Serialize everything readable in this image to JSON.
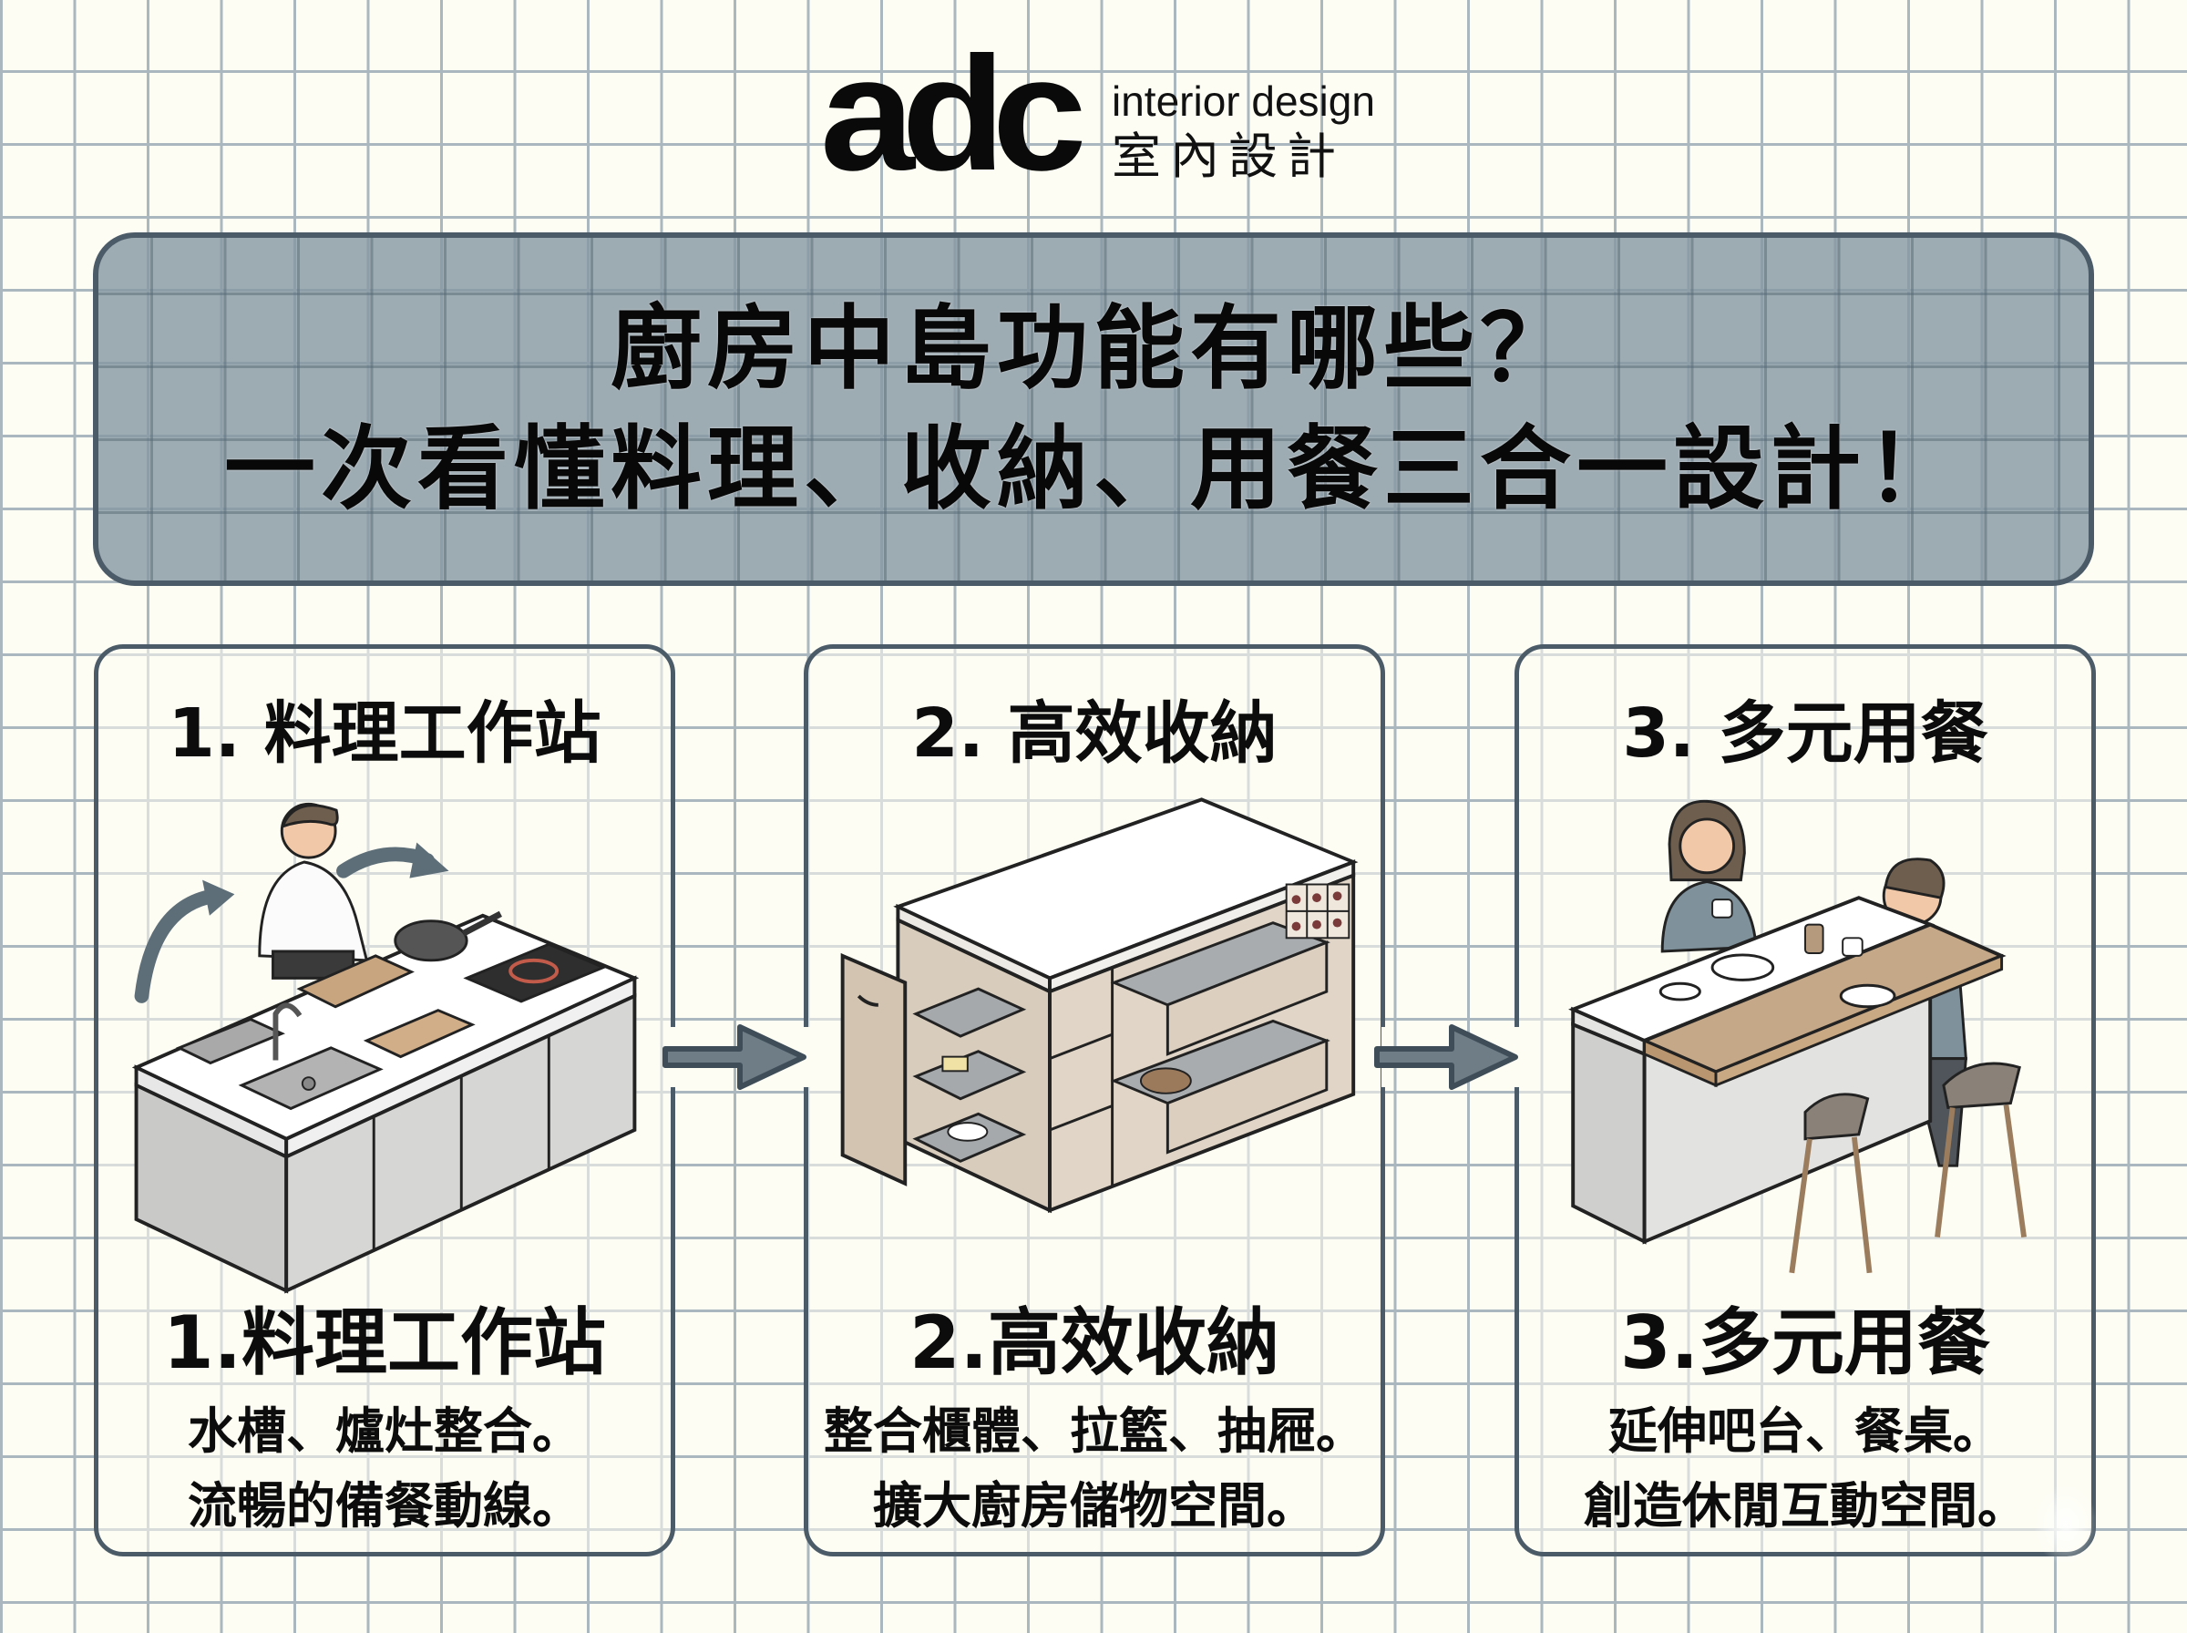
{
  "logo": {
    "mark": "adc",
    "tagline_en": "interior design",
    "tagline_zh": "室內設計"
  },
  "title": {
    "line1": "廚房中島功能有哪些？",
    "line2": "一次看懂料理、收納、用餐三合一設計！"
  },
  "cards": [
    {
      "heading": "1. 料理工作站",
      "subheading": "1.料理工作站",
      "body": [
        "水槽、爐灶整合。",
        "流暢的備餐動線。"
      ],
      "illustration": "chef-cooking-at-kitchen-island"
    },
    {
      "heading": "2. 高效收納",
      "subheading": "2.高效收納",
      "body": [
        "整合櫃體、拉籃、抽屜。",
        "擴大廚房儲物空間。"
      ],
      "illustration": "island-with-open-drawers-and-pull-out-baskets"
    },
    {
      "heading": "3. 多元用餐",
      "subheading": "3.多元用餐",
      "body": [
        "延伸吧台、餐桌。",
        "創造休閒互動空間。"
      ],
      "illustration": "couple-dining-at-island-bar-counter"
    }
  ],
  "arrows": [
    {
      "from": "card-1",
      "to": "card-2",
      "icon": "right-arrow-icon"
    },
    {
      "from": "card-2",
      "to": "card-3",
      "icon": "right-arrow-icon"
    }
  ],
  "colors": {
    "background": "#fdfdf4",
    "grid": "#aab7bf",
    "panel_fill": "#94a5af",
    "border": "#4b5b67",
    "arrow_fill": "#6e7d86",
    "text": "#0c0c0c"
  }
}
